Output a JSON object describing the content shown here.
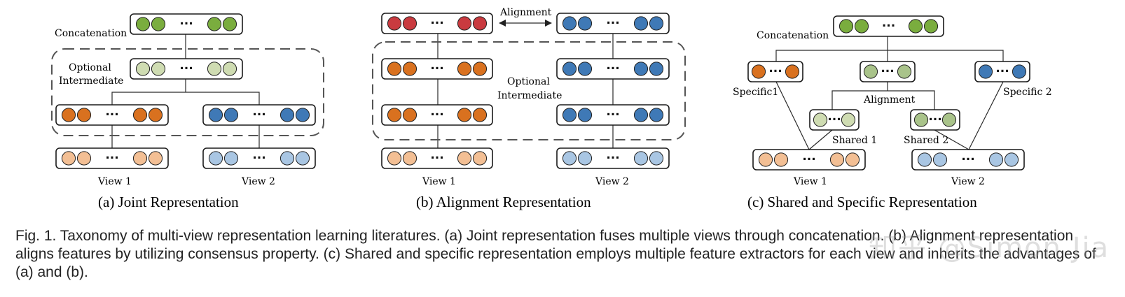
{
  "panels": {
    "a": {
      "caption": "(a) Joint Representation",
      "top_label": "Concatenation",
      "mid_label_line1": "Optional",
      "mid_label_line2": "Intermediate",
      "view1": "View 1",
      "view2": "View 2"
    },
    "b": {
      "caption": "(b) Alignment Representation",
      "top_label": "Alignment",
      "mid_label_line1": "Optional",
      "mid_label_line2": "Intermediate",
      "view1": "View 1",
      "view2": "View 2"
    },
    "c": {
      "caption": "(c) Shared and Specific Representation",
      "top_label": "Concatenation",
      "alignment_label": "Alignment",
      "specific1": "Specific1",
      "specific2": "Specific 2",
      "shared1": "Shared 1",
      "shared2": "Shared 2",
      "view1": "View 1",
      "view2": "View 2"
    }
  },
  "ellipsis": "···",
  "caption": "Fig. 1. Taxonomy of multi-view representation learning literatures. (a) Joint representation fuses multiple views through concatenation. (b) Alignment representation aligns features by utilizing consensus property. (c) Shared and specific representation employs multiple feature extractors for each view and inherits the advantages of (a) and (b).",
  "watermark": "知乎 @Simon Jia",
  "colors": {
    "green": "#7aad3e",
    "light_green": "#cfdcb2",
    "sage": "#a9c38a",
    "orange": "#d9711f",
    "peach": "#f3bf94",
    "blue": "#3f79b6",
    "light_blue": "#a9c6e3",
    "red": "#c93a3f"
  }
}
